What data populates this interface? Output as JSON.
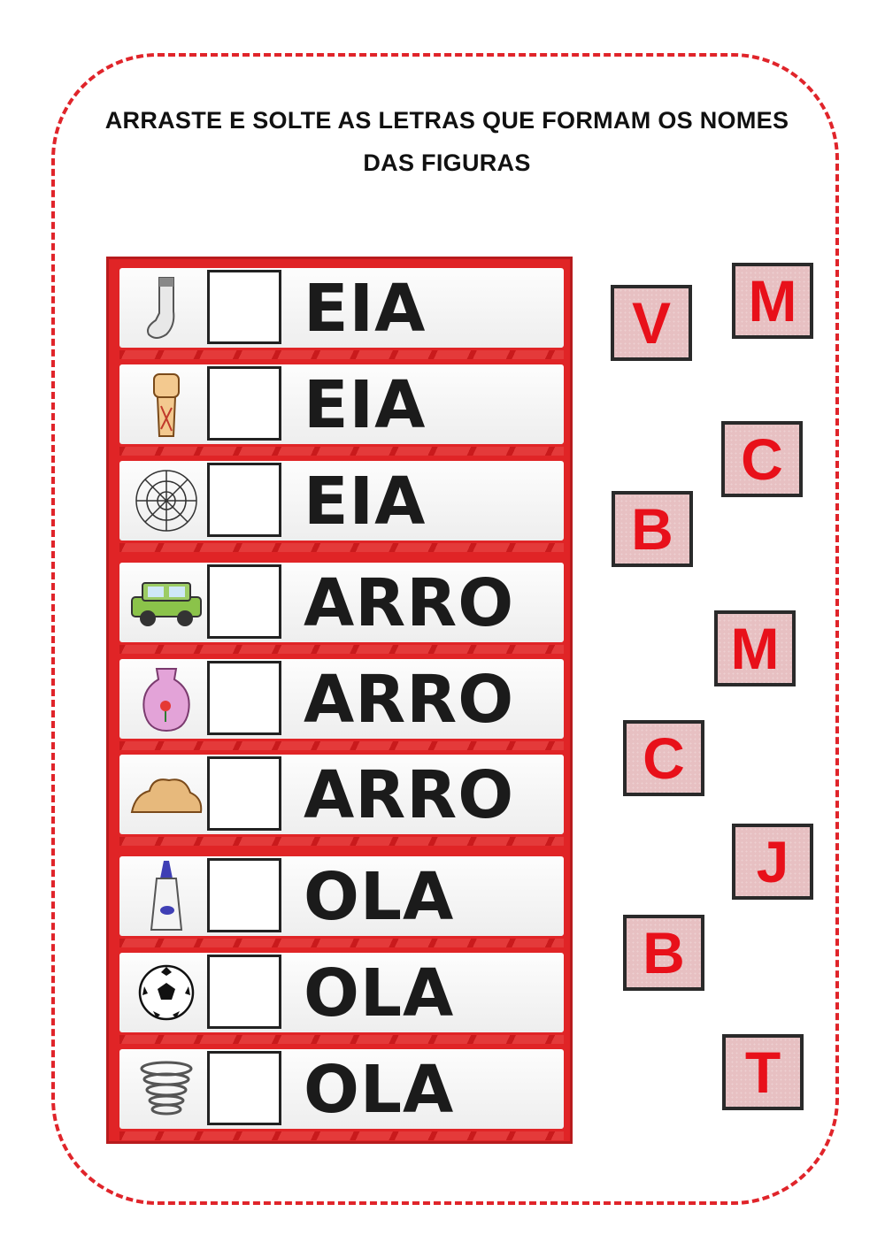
{
  "instructions": "ARRASTE E SOLTE AS LETRAS QUE FORMAM OS NOMES DAS FIGURAS",
  "colors": {
    "accent": "#e0242a",
    "tile_bg": "#e7c0c2",
    "tile_text": "#e8101a"
  },
  "rows": [
    {
      "icon": "sock-icon",
      "word": "EIA"
    },
    {
      "icon": "fist-icon",
      "word": "EIA"
    },
    {
      "icon": "spider-web-icon",
      "word": "EIA"
    },
    {
      "icon": "car-icon",
      "word": "ARRO"
    },
    {
      "icon": "vase-icon",
      "word": "ARRO"
    },
    {
      "icon": "clay-icon",
      "word": "ARRO"
    },
    {
      "icon": "glue-icon",
      "word": "OLA"
    },
    {
      "icon": "soccer-ball-icon",
      "word": "OLA"
    },
    {
      "icon": "spring-icon",
      "word": "OLA"
    }
  ],
  "tiles": [
    "V",
    "M",
    "C",
    "B",
    "M",
    "C",
    "J",
    "B",
    "T"
  ]
}
